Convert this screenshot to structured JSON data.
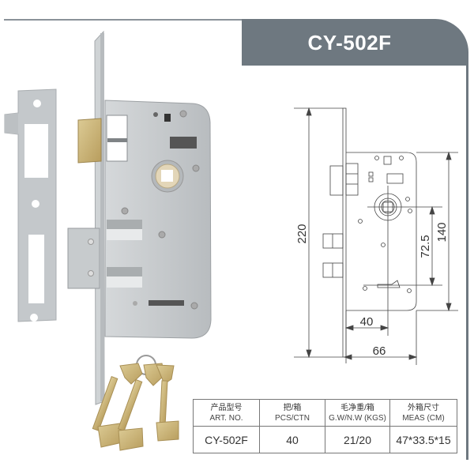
{
  "header": {
    "title": "CY-502F"
  },
  "drawing": {
    "dimensions": {
      "total_height": "220",
      "case_height": "140",
      "center_distance": "72.5",
      "backset": "40",
      "case_depth": "66"
    }
  },
  "spec_table": {
    "columns": [
      {
        "cn": "产品型号",
        "en": "ART. NO."
      },
      {
        "cn": "把/箱",
        "en": "PCS/CTN"
      },
      {
        "cn": "毛净重/箱",
        "en": "G.W/N.W (KGS)"
      },
      {
        "cn": "外箱尺寸",
        "en": "MEAS (CM)"
      }
    ],
    "row": [
      "CY-502F",
      "40",
      "21/20",
      "47*33.5*15"
    ]
  },
  "colors": {
    "header_bg": "#6e7880",
    "header_text": "#ffffff",
    "brass": "#c9b27a",
    "steel": "#c4c8cb"
  }
}
